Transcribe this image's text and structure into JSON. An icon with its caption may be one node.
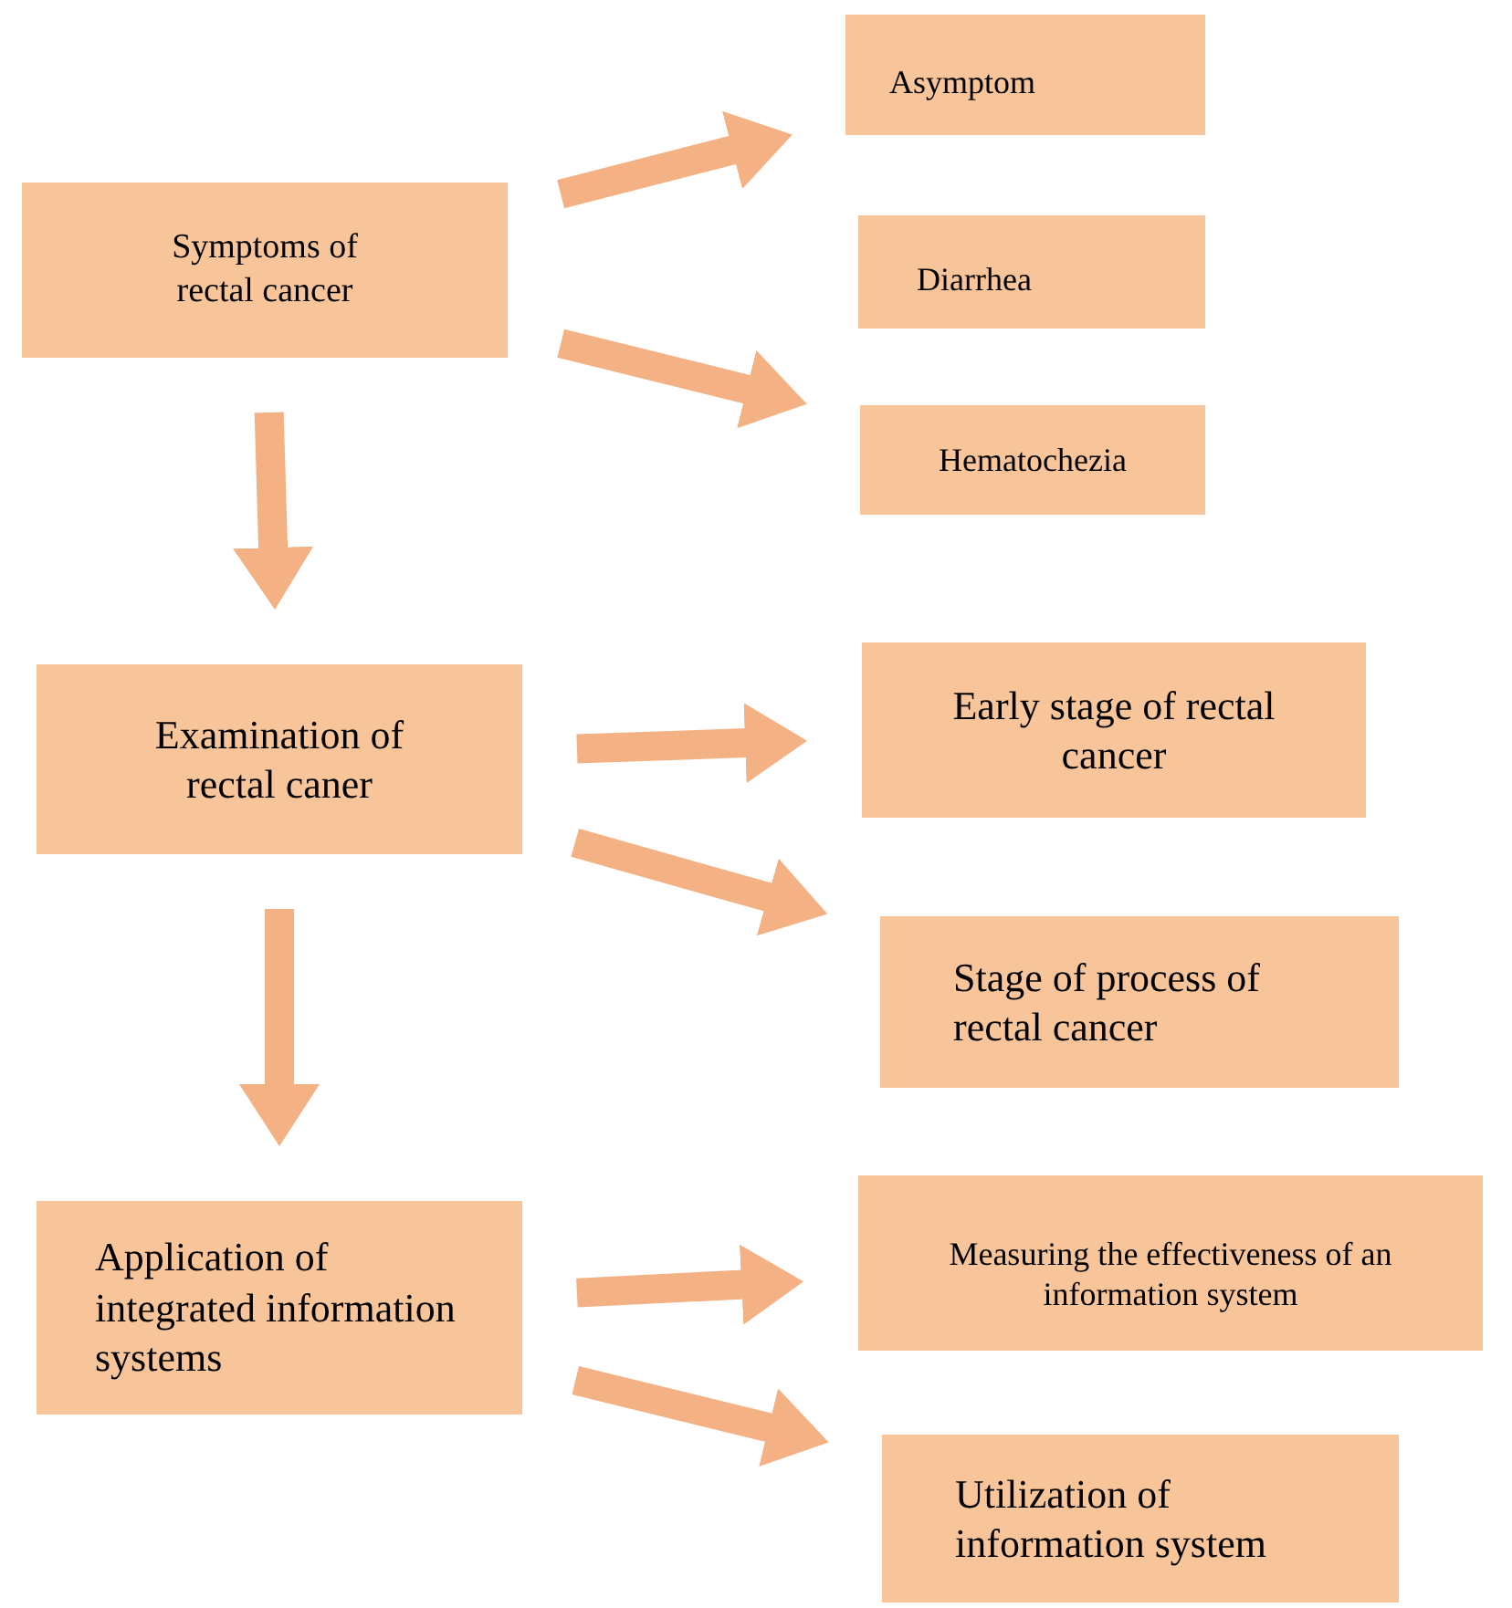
{
  "diagram": {
    "nodes": [
      {
        "text": [
          "Symptoms of rectal cancer"
        ]
      },
      {
        "text": [
          "Asymptom"
        ]
      },
      {
        "text": [
          "Diarrhea"
        ]
      },
      {
        "text": [
          "Hematochezia"
        ]
      },
      {
        "text": [
          "Examination of rectal caner"
        ]
      },
      {
        "text": [
          "Early stage of rectal cancer"
        ]
      },
      {
        "text": [
          "Stage of process of rectal cancer"
        ]
      },
      {
        "text": [
          "Application of integrated information systems"
        ]
      },
      {
        "text": [
          "Measuring the effectiveness of an information system"
        ]
      },
      {
        "text": [
          "Utilization of information system"
        ]
      }
    ],
    "edges": [
      {
        "from": 0,
        "to": 1,
        "arrow": "to"
      },
      {
        "from": 0,
        "to": 3,
        "arrow": "to"
      },
      {
        "from": 0,
        "to": 4,
        "arrow": "to"
      },
      {
        "from": 4,
        "to": 5,
        "arrow": "to"
      },
      {
        "from": 4,
        "to": 6,
        "arrow": "to"
      },
      {
        "from": 4,
        "to": 7,
        "arrow": "to"
      },
      {
        "from": 7,
        "to": 8,
        "arrow": "to"
      },
      {
        "from": 7,
        "to": 9,
        "arrow": "to"
      }
    ]
  }
}
